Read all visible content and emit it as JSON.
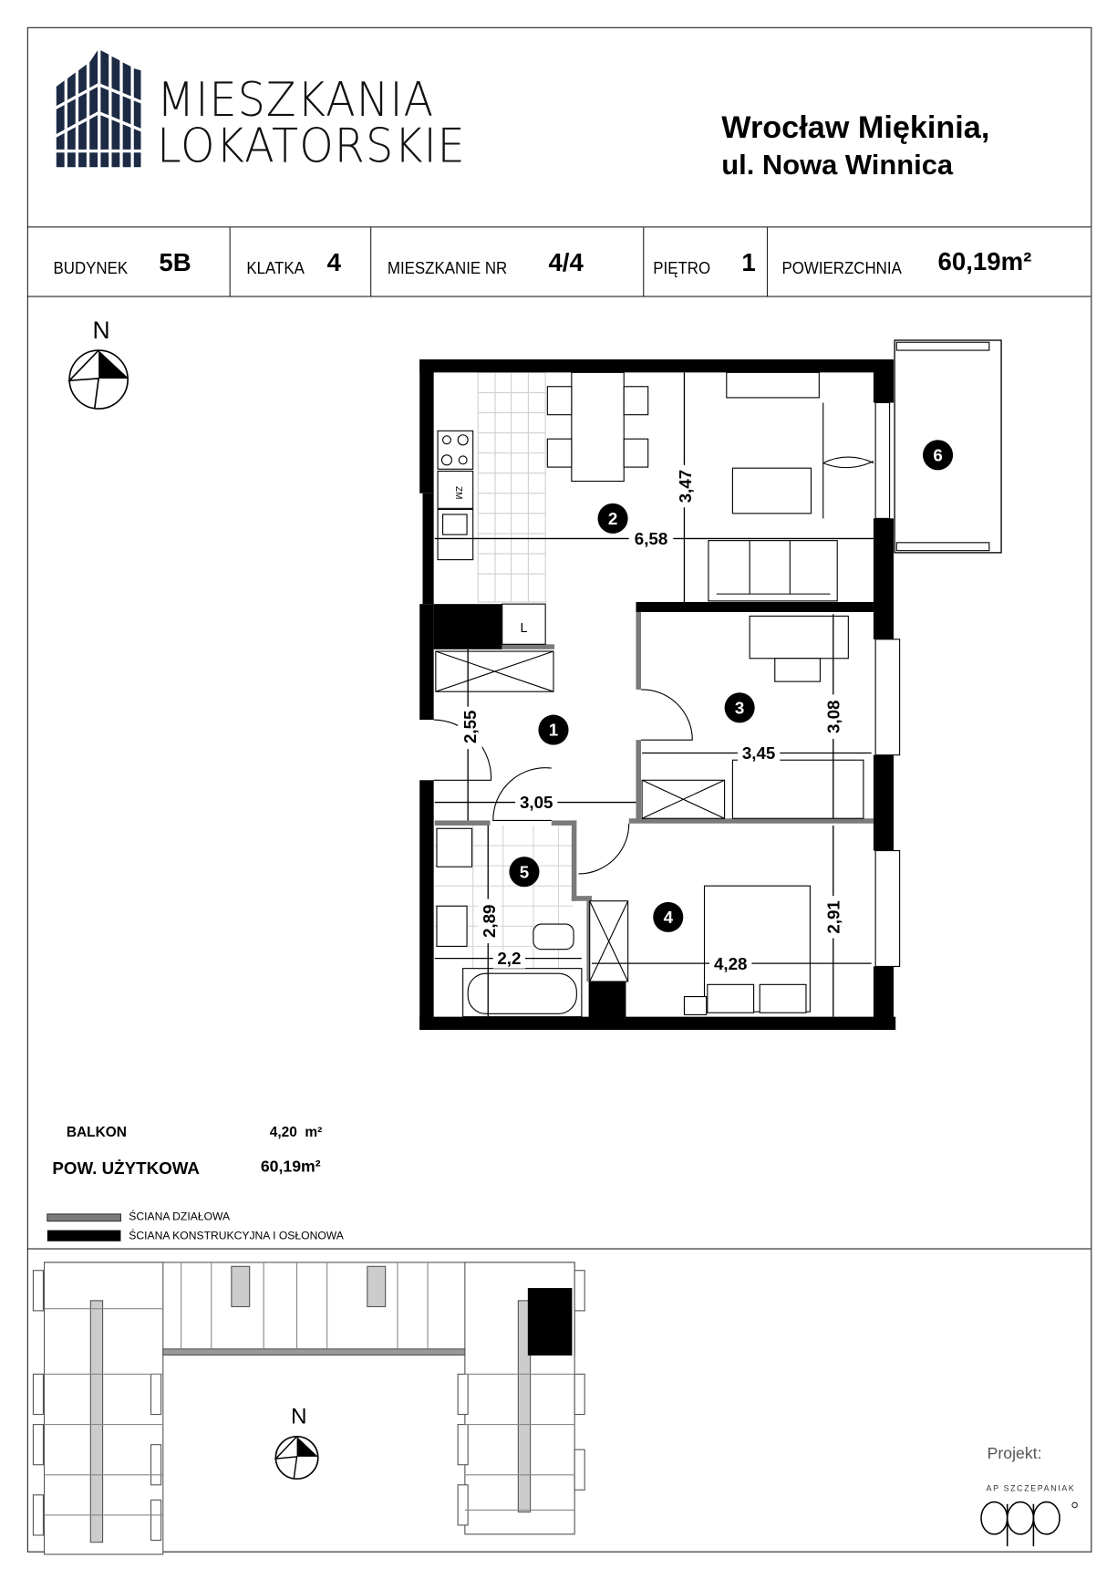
{
  "logo": {
    "line1": "MIESZKANIA",
    "line2": "LOKATORSKIE"
  },
  "location": {
    "line1": "Wrocław Miękinia,",
    "line2": "ul. Nowa Winnica"
  },
  "info_row": {
    "building_label": "BUDYNEK",
    "building_value": "5B",
    "staircase_label": "KLATKA",
    "staircase_value": "4",
    "apartment_label": "MIESZKANIE NR",
    "apartment_value": "4/4",
    "floor_label": "PIĘTRO",
    "floor_value": "1",
    "area_label": "POWIERZCHNIA",
    "area_value": "60,19m²"
  },
  "compass": {
    "north": "N"
  },
  "rooms": [
    "1",
    "2",
    "3",
    "4",
    "5",
    "6"
  ],
  "fixtures": {
    "fridge": "ZM",
    "closet": "L"
  },
  "dimensions": {
    "d347": "3,47",
    "d658": "6,58",
    "d308": "3,08",
    "d345": "3,45",
    "d255": "2,55",
    "d305": "3,05",
    "d289": "2,89",
    "d22": "2,2",
    "d428": "4,28",
    "d291": "2,91"
  },
  "areas": {
    "balcony_label": "BALKON",
    "balcony_value": "4,20  m²",
    "usable_label": "POW. UŻYTKOWA",
    "usable_value": "60,19m²"
  },
  "legend": {
    "partition": "ŚCIANA DZIAŁOWA",
    "structural": "ŚCIANA KONSTRUKCYJNA I OSŁONOWA"
  },
  "credits": {
    "project_label": "Projekt:",
    "firm": "AP SZCZEPANIAK",
    "firm_logo": "apap"
  },
  "colors": {
    "wall": "#000000",
    "partition": "#7a7a7a",
    "logo": "#1c2a44",
    "tile": "#cfcfcf"
  }
}
